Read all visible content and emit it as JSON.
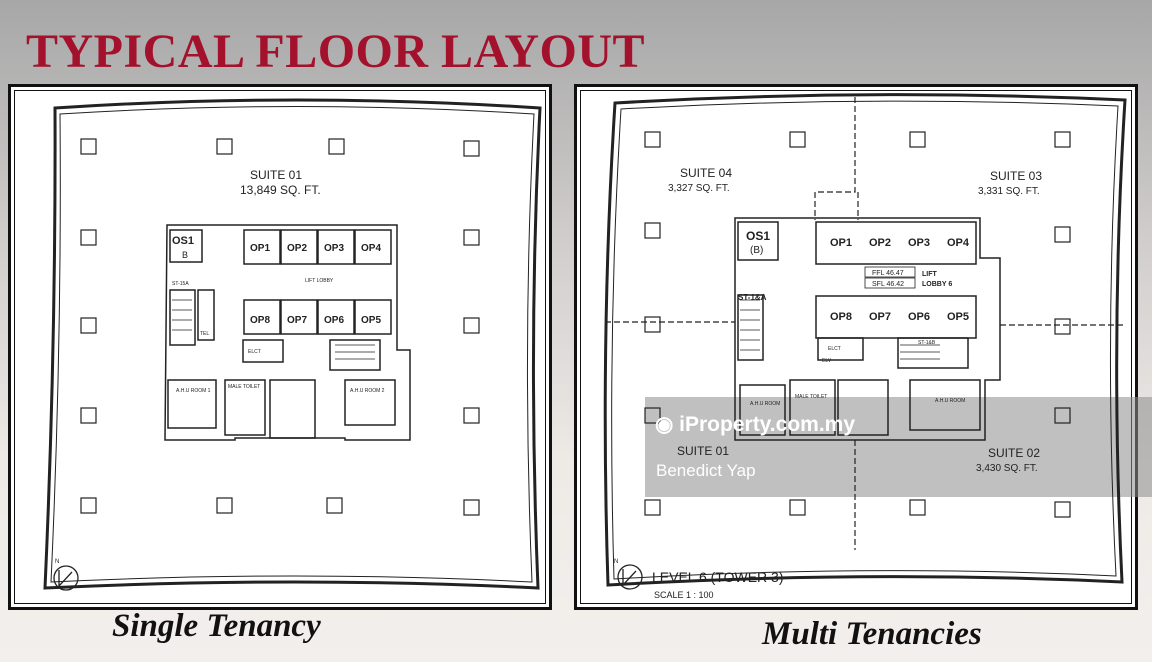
{
  "title": "TYPICAL FLOOR LAYOUT",
  "single": {
    "caption": "Single Tenancy",
    "suite": "SUITE 01",
    "area": "13,849 SQ. FT.",
    "core": {
      "os": "OS1",
      "b": "B",
      "lifts_top": [
        "OP1",
        "OP2",
        "OP3",
        "OP4"
      ],
      "lifts_bottom": [
        "OP8",
        "OP7",
        "OP6",
        "OP5"
      ],
      "lift_lobby": "LIFT LOBBY",
      "stair": "ST-15A",
      "ahu1": "A.H.U ROOM 1",
      "ahu2": "A.H.U ROOM 2",
      "toilet": "MALE TOILET",
      "elct": "ELCT",
      "tel": "TEL"
    }
  },
  "multi": {
    "caption": "Multi Tenancies",
    "suites": [
      {
        "name": "SUITE 04",
        "area": "3,327 SQ. FT."
      },
      {
        "name": "SUITE 03",
        "area": "3,331 SQ. FT."
      },
      {
        "name": "SUITE 01",
        "area": ""
      },
      {
        "name": "SUITE 02",
        "area": "3,430 SQ. FT."
      }
    ],
    "core": {
      "os": "OS1",
      "b": "(B)",
      "lifts_top": [
        "OP1",
        "OP2",
        "OP3",
        "OP4"
      ],
      "lifts_bottom": [
        "OP8",
        "OP7",
        "OP6",
        "OP5"
      ],
      "ffl": "FFL 46.47",
      "sfl": "SFL 46.42",
      "lift_lobby": "LIFT",
      "lift_lobby2": "LOBBY 6",
      "stair": "ST-1&A",
      "stair2": "ST-1&B",
      "elct": "ELCT",
      "elv": "ELV",
      "ahu": "A.H.U ROOM",
      "toilet": "MALE TOILET"
    },
    "level": "LEVEL 6 (TOWER 3)",
    "scale": "SCALE 1 : 100"
  },
  "compass": "N",
  "watermark": {
    "site": "iProperty.com.my",
    "agent": "Benedict Yap"
  }
}
